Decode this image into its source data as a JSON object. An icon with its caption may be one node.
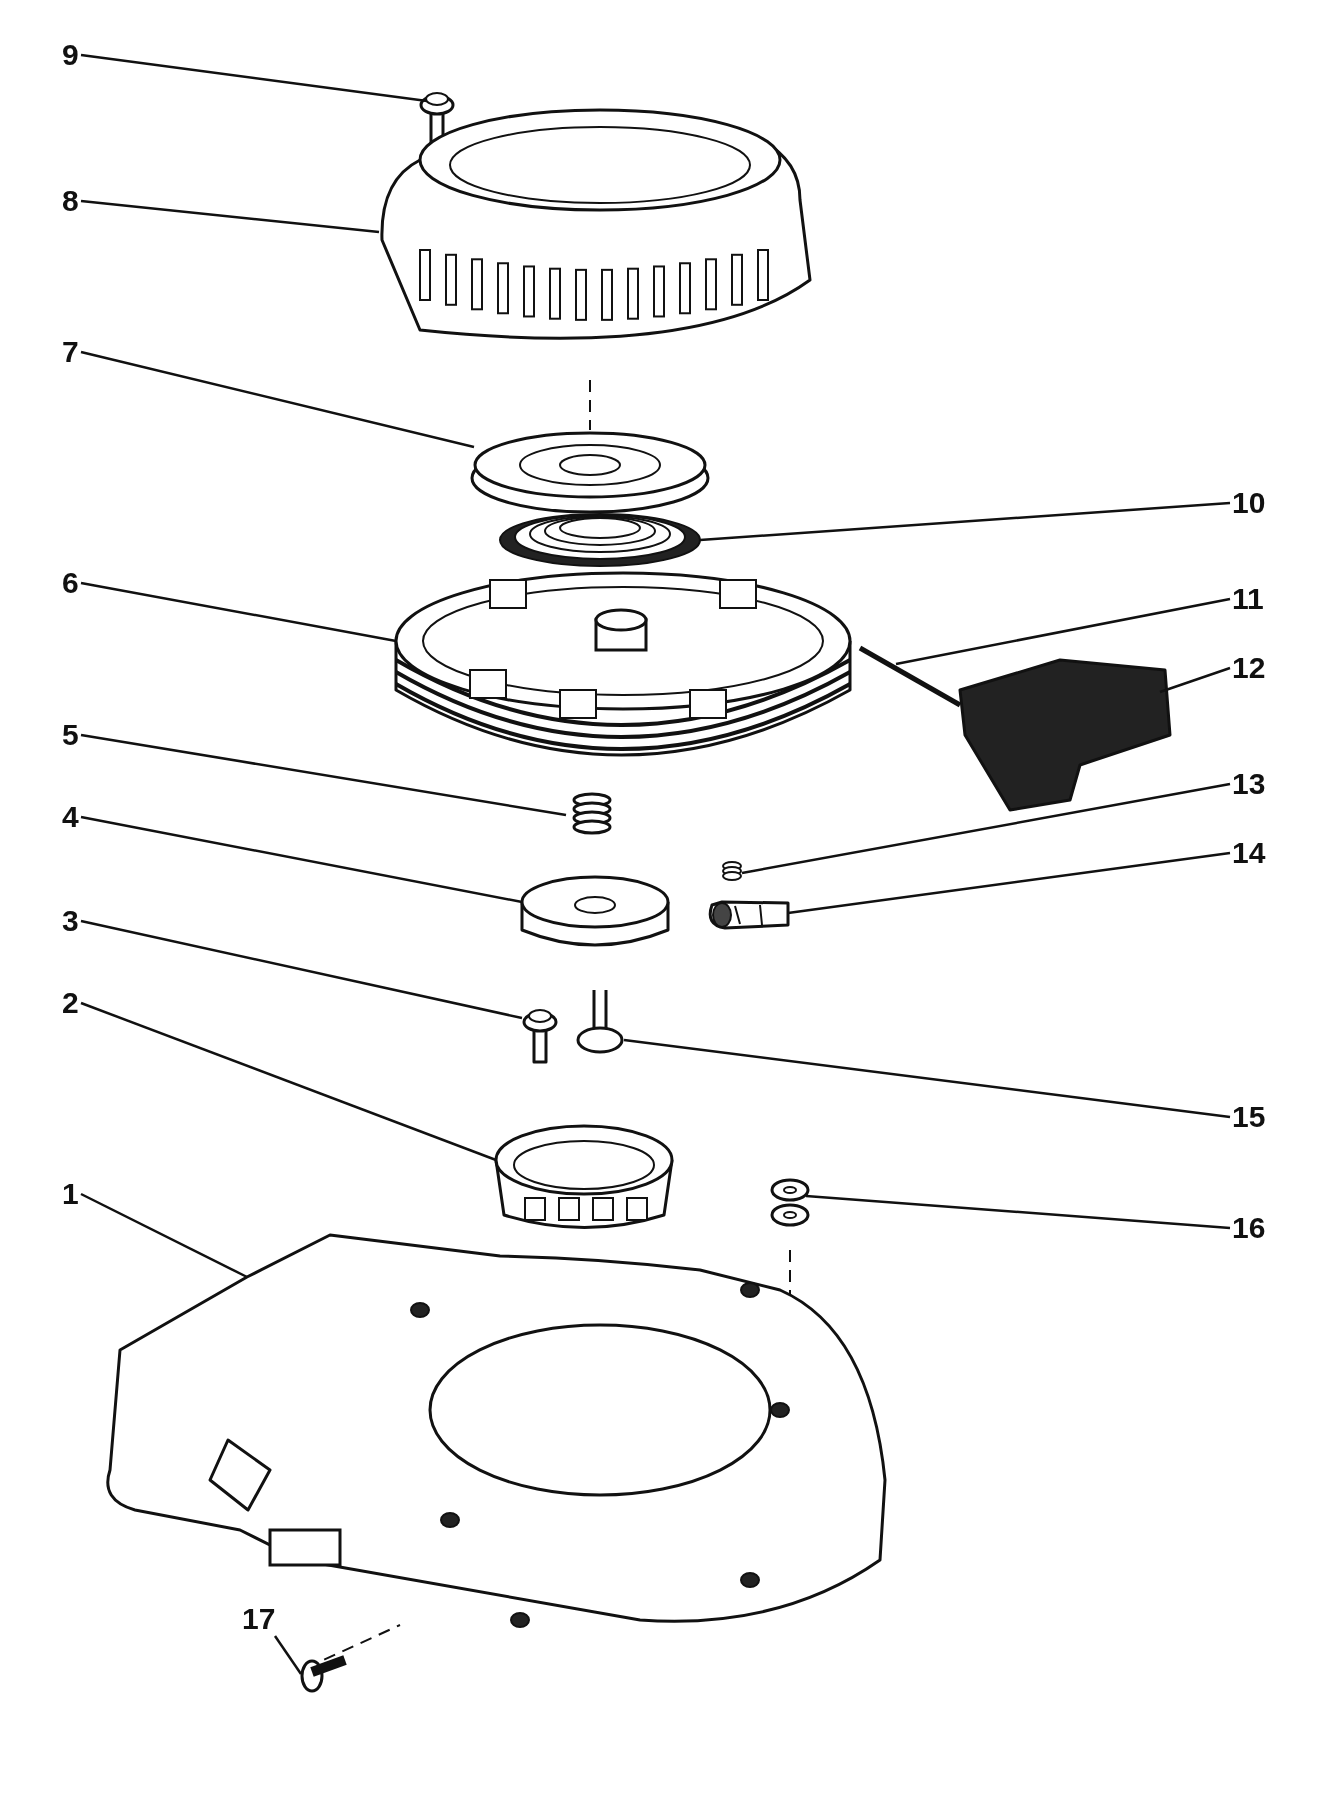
{
  "diagram": {
    "nodes": [
      {
        "text": [
          "9"
        ]
      },
      {
        "text": [
          "8"
        ]
      },
      {
        "text": [
          "7"
        ]
      },
      {
        "text": [
          "10"
        ]
      },
      {
        "text": [
          "6"
        ]
      },
      {
        "text": [
          "11"
        ]
      },
      {
        "text": [
          "12"
        ]
      },
      {
        "text": [
          "5"
        ]
      },
      {
        "text": [
          "13"
        ]
      },
      {
        "text": [
          "4"
        ]
      },
      {
        "text": [
          "14"
        ]
      },
      {
        "text": [
          "3"
        ]
      },
      {
        "text": [
          "15"
        ]
      },
      {
        "text": [
          "2"
        ]
      },
      {
        "text": [
          "16"
        ]
      },
      {
        "text": [
          "1"
        ]
      },
      {
        "text": [
          "17"
        ]
      },
      {
        "text": [],
        "shape": "picture"
      },
      {
        "text": [],
        "shape": "picture"
      },
      {
        "text": [],
        "shape": "picture"
      },
      {
        "text": [],
        "shape": "picture"
      },
      {
        "text": [],
        "shape": "picture"
      },
      {
        "text": [],
        "shape": "picture"
      },
      {
        "text": [],
        "shape": "picture"
      },
      {
        "text": [],
        "shape": "picture"
      },
      {
        "text": [],
        "shape": "picture"
      },
      {
        "text": [],
        "shape": "picture"
      },
      {
        "text": [],
        "shape": "picture"
      },
      {
        "text": [],
        "shape": "picture"
      },
      {
        "text": [],
        "shape": "picture"
      },
      {
        "text": [],
        "shape": "picture"
      },
      {
        "text": [],
        "shape": "picture"
      },
      {
        "text": [],
        "shape": "picture"
      },
      {
        "text": [],
        "shape": "picture"
      }
    ],
    "edges": [
      {
        "from": 0,
        "to": 17,
        "arrow": "none"
      },
      {
        "from": 1,
        "to": 18,
        "arrow": "none"
      },
      {
        "from": 2,
        "to": 19,
        "arrow": "none"
      },
      {
        "from": 3,
        "to": 20,
        "arrow": "none"
      },
      {
        "from": 4,
        "to": 21,
        "arrow": "none"
      },
      {
        "from": 5,
        "to": 22,
        "arrow": "none"
      },
      {
        "from": 6,
        "to": 23,
        "arrow": "none"
      },
      {
        "from": 7,
        "to": 24,
        "arrow": "none"
      },
      {
        "from": 8,
        "to": 25,
        "arrow": "none"
      },
      {
        "from": 9,
        "to": 26,
        "arrow": "none"
      },
      {
        "from": 10,
        "to": 27,
        "arrow": "none"
      },
      {
        "from": 11,
        "to": 28,
        "arrow": "none"
      },
      {
        "from": 12,
        "to": 29,
        "arrow": "none"
      },
      {
        "from": 13,
        "to": 30,
        "arrow": "none"
      },
      {
        "from": 14,
        "to": 31,
        "arrow": "none"
      },
      {
        "from": 15,
        "to": 32,
        "arrow": "none"
      },
      {
        "from": 16,
        "to": 33,
        "arrow": "none"
      }
    ]
  }
}
